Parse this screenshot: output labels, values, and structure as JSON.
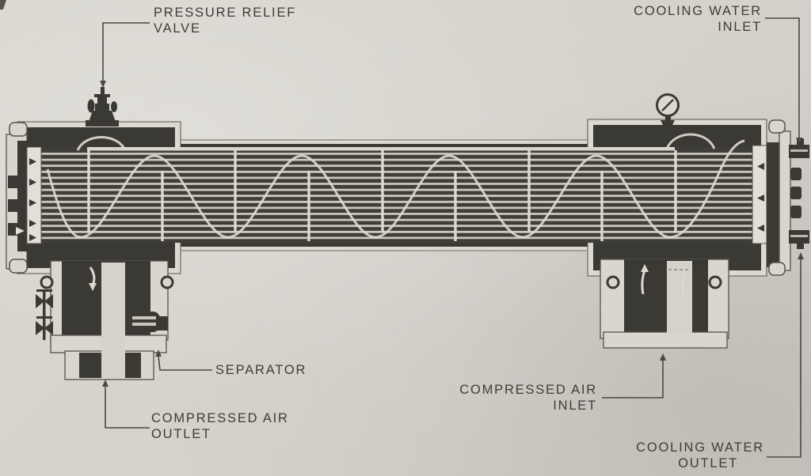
{
  "figure": {
    "labels": {
      "pressure_relief_valve": {
        "lines": [
          "PRESSURE RELIEF",
          "VALVE"
        ]
      },
      "cooling_water_inlet": {
        "lines": [
          "COOLING WATER",
          "INLET"
        ]
      },
      "separator": {
        "lines": [
          "SEPARATOR"
        ]
      },
      "compressed_air_outlet": {
        "lines": [
          "COMPRESSED AIR",
          "OUTLET"
        ]
      },
      "compressed_air_inlet": {
        "lines": [
          "COMPRESSED AIR",
          "INLET"
        ]
      },
      "cooling_water_outlet": {
        "lines": [
          "COOLING WATER",
          "OUTLET"
        ]
      }
    },
    "colors": {
      "paper": "#d6d3cc",
      "ink_dark": "#3b3933",
      "line_light": "#dcd9d1",
      "tube_light": "#cac7bf",
      "leader": "#4a4843",
      "text": "#3e3c37"
    }
  }
}
